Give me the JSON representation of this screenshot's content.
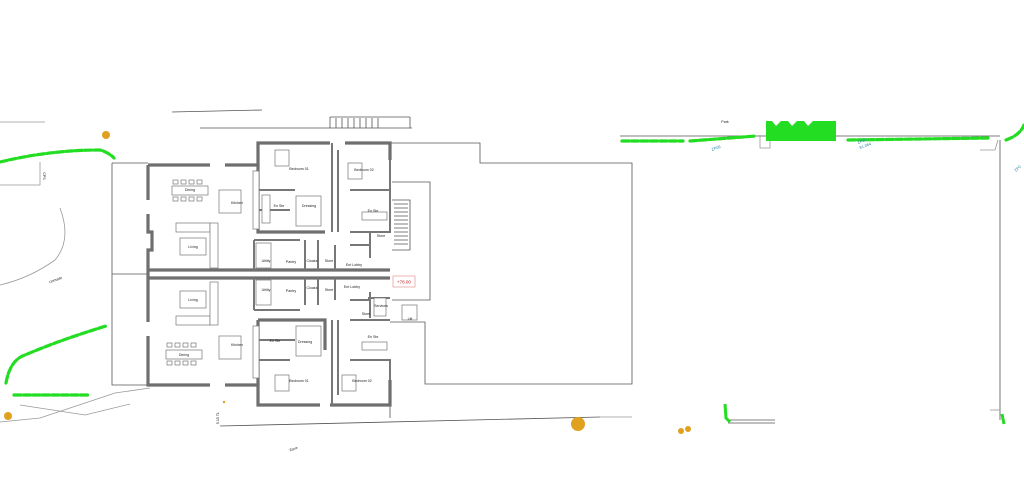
{
  "drawing": {
    "level_tag": "+78.00",
    "upper_unit": {
      "dining": "Dining",
      "kitchen": "Kitchen",
      "living": "Living",
      "bedroom_01": "Bedroom 01",
      "bedroom_02": "Bedroom 02",
      "en_suite_1": "En Ste",
      "dressing": "Dressing",
      "en_suite_2": "En Ste",
      "utility": "Utility",
      "pantry": "Pantry",
      "cloaks": "Cloaks",
      "store": "Store",
      "ent_lobby": "Ent Lobby",
      "store_2": "Store"
    },
    "lower_unit": {
      "dining": "Dining",
      "kitchen": "Kitchen",
      "living": "Living",
      "bedroom_01": "Bedroom 01",
      "bedroom_02": "Bedroom 02",
      "en_suite_1": "En Ste",
      "dressing": "Dressing",
      "en_suite_2": "En Ste",
      "utility": "Utility",
      "pantry": "Pantry",
      "cloaks": "Cloaks",
      "store": "Store",
      "ent_lobby": "Ent Lobby",
      "store_2": "Store",
      "services": "Services",
      "lift": "Lift"
    },
    "site": {
      "cps": "CPS",
      "unmade": "Unmade",
      "level_note": "5.15 TL",
      "eaves": "Eave",
      "tree_ref_1": "ZP06",
      "tree_ref_2": "ZP05",
      "tree_ref_2_value": "81.064",
      "tree_ref_3": "ZP0",
      "top_note": "Park"
    },
    "colors": {
      "hedge": "#22dd22",
      "tree": "#e0a020",
      "wall": "#6f6f6f",
      "level_tag": "#cc2222"
    }
  }
}
